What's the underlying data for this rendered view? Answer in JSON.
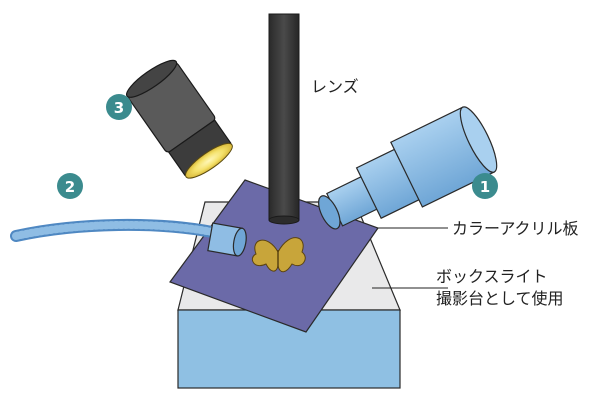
{
  "labels": {
    "lens": "レンズ",
    "acrylic_board": "カラーアクリル板",
    "box_light_line1": "ボックスライト",
    "box_light_line2": "撮影台として使用"
  },
  "markers": [
    "1",
    "2",
    "3"
  ],
  "colors": {
    "teal_badge": "#3b8b8e",
    "box_front": "#8fc0e3",
    "box_top": "#e9e9ea",
    "acrylic": "#6b6aa8",
    "lamp_blue": "#8fbde4",
    "lens_dark": "#3c3c3c",
    "lamp_gray": "#5a5a5a",
    "light_glow": "#f4e16a",
    "butterfly": "#c8a53a"
  },
  "icons": [
    "lens-tube",
    "spot-lamp-icon",
    "fiber-light-icon",
    "desk-lamp-icon",
    "butterfly-specimen-icon",
    "box-light-icon",
    "acrylic-board-icon"
  ]
}
